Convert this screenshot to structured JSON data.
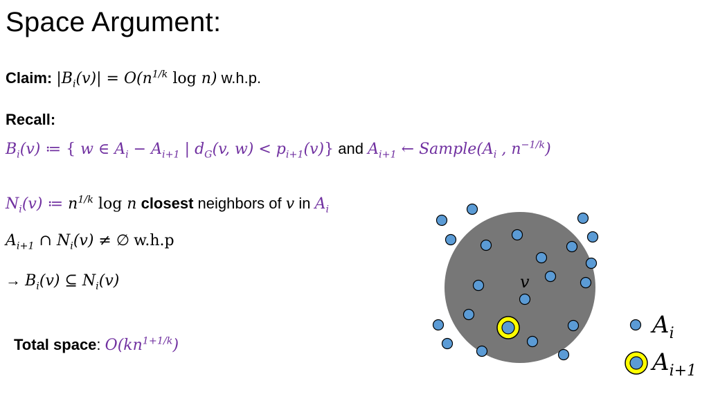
{
  "title": "Space Argument:",
  "claim": {
    "label": "Claim:",
    "suffix": "w.h.p."
  },
  "recall": {
    "label": "Recall:",
    "connector": "and"
  },
  "neighbors": {
    "closest": "closest",
    "text_mid": "neighbors of",
    "text_in": "in"
  },
  "intersection": {
    "suffix": "w.h.p"
  },
  "implication": {
    "arrow": "→"
  },
  "total_space": {
    "label": "Total space",
    "colon": ":"
  },
  "figure": {
    "center_label": "v",
    "legend": {
      "a_i": "A",
      "a_i_sub": "i",
      "a_i1": "A",
      "a_i1_sub": "i+1"
    },
    "colors": {
      "ball": "#777777",
      "dot_fill": "#5b9bd5",
      "dot_stroke": "#000000",
      "highlight_ring": "#ffff00",
      "accent_purple": "#7030a0"
    }
  }
}
